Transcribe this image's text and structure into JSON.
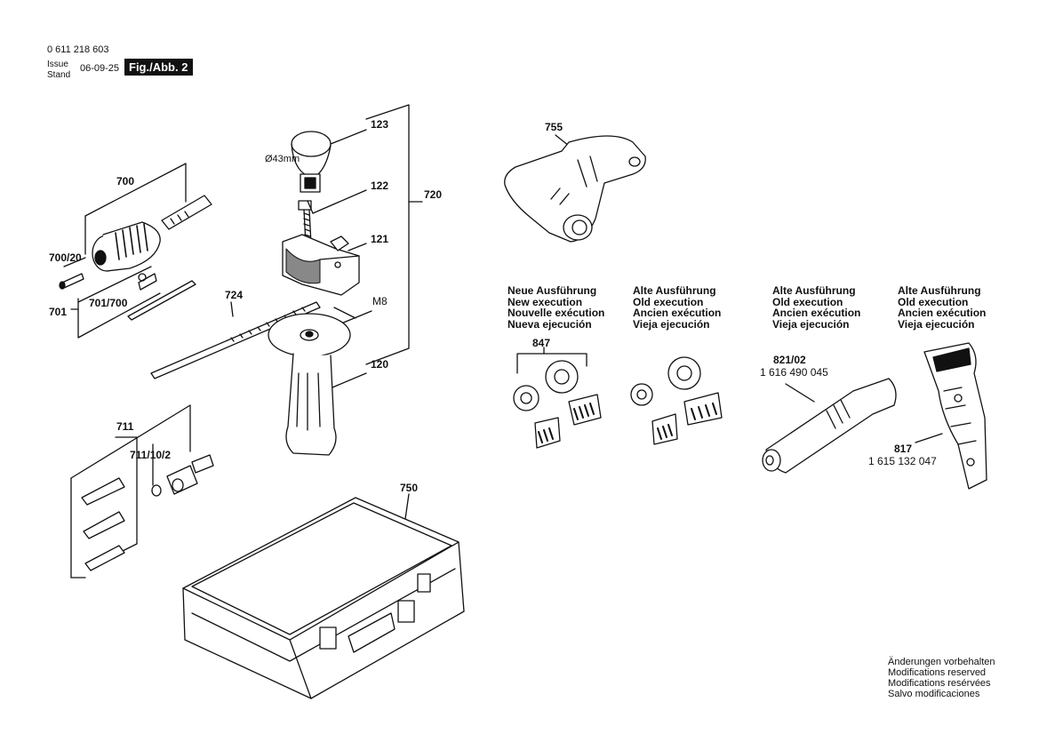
{
  "header": {
    "part_number": "0 611 218 603",
    "issue_label": "Issue\nStand",
    "issue_date": "06-09-25",
    "figure": "Fig./Abb. 2"
  },
  "callouts": {
    "c123": "123",
    "c122": "122",
    "c121": "121",
    "c720": "720",
    "c724": "724",
    "cM8": "M8",
    "c120": "120",
    "c700": "700",
    "c700_20": "700/20",
    "c701_700": "701/700",
    "c701": "701",
    "c711": "711",
    "c711_10_2": "711/10/2",
    "c750": "750",
    "c755": "755",
    "c847": "847",
    "c821_02": "821/02",
    "c817": "817",
    "diameter": "Ø43mm",
    "part_821": "1 616 490 045",
    "part_817": "1 615 132 047"
  },
  "notes": [
    [
      "Neue Ausführung",
      "New execution",
      "Nouvelle exécution",
      "Nueva ejecución"
    ],
    [
      "Alte Ausführung",
      "Old execution",
      "Ancien exécution",
      "Vieja ejecución"
    ],
    [
      "Alte Ausführung",
      "Old execution",
      "Ancien exécution",
      "Vieja ejecución"
    ],
    [
      "Alte Ausführung",
      "Old execution",
      "Ancien exécution",
      "Vieja ejecución"
    ]
  ],
  "modifications": [
    "Änderungen vorbehalten",
    "Modifications reserved",
    "Modifications resérvées",
    "Salvo modificaciones"
  ]
}
